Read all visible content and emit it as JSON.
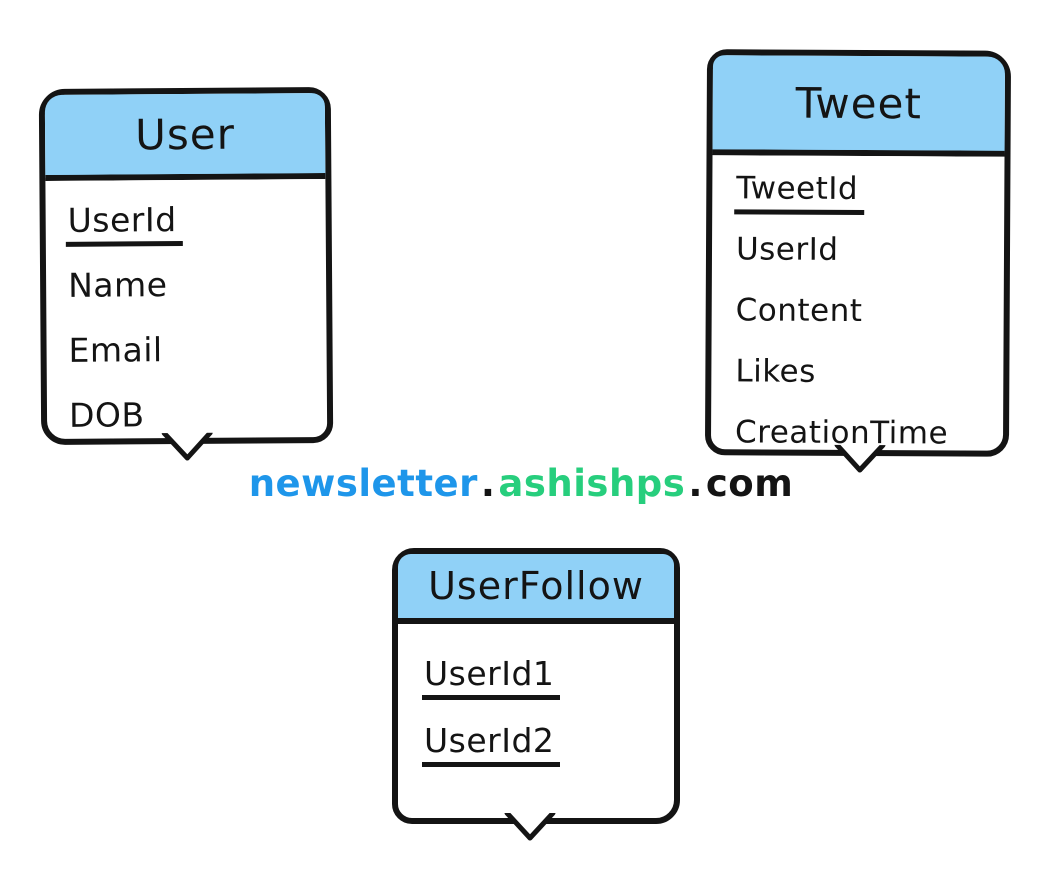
{
  "page": {
    "background": "#ffffff"
  },
  "colors": {
    "header_fill": "#90D1F7",
    "border": "#141414",
    "text": "#141414",
    "watermark_blue": "#1E96EA",
    "watermark_green": "#27CE7D"
  },
  "tables": [
    {
      "id": "user",
      "title": "User",
      "fields": [
        {
          "name": "UserId",
          "key": true
        },
        {
          "name": "Name",
          "key": false
        },
        {
          "name": "Email",
          "key": false
        },
        {
          "name": "DOB",
          "key": false
        }
      ]
    },
    {
      "id": "tweet",
      "title": "Tweet",
      "fields": [
        {
          "name": "TweetId",
          "key": true
        },
        {
          "name": "UserId",
          "key": false
        },
        {
          "name": "Content",
          "key": false
        },
        {
          "name": "Likes",
          "key": false
        },
        {
          "name": "CreationTime",
          "key": false
        }
      ]
    },
    {
      "id": "userfollow",
      "title": "UserFollow",
      "fields": [
        {
          "name": "UserId1",
          "key": true
        },
        {
          "name": "UserId2",
          "key": true
        }
      ]
    }
  ],
  "watermark": {
    "part1": "newsletter",
    "dot1": ".",
    "part2": "ashishps",
    "dot2": ".",
    "part3": "com"
  }
}
